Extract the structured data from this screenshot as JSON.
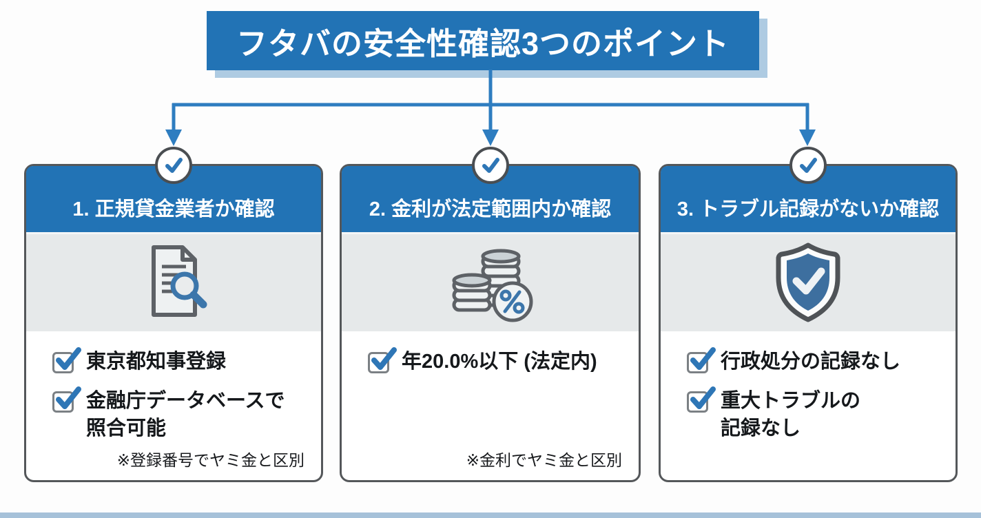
{
  "page": {
    "title": "フタバの安全性確認3つのポイント"
  },
  "colors": {
    "primary_blue": "#2273b5",
    "banner_shadow_blue": "#aecbe2",
    "arrow_blue": "#2e7dc0",
    "icon_area_gray": "#e6e9ea",
    "card_border_gray": "#54575a",
    "check_blue": "#2e76b6",
    "text_black": "#15181b",
    "bottom_bar_blue": "#a6c1d9"
  },
  "cards": [
    {
      "title": "1. 正規貸金業者か確認",
      "icon": "document-search-icon",
      "badge_icon": "check-circle-icon",
      "items": [
        "東京都知事登録",
        "金融庁データベースで\n照合可能"
      ],
      "note": "※登録番号でヤミ金と区別"
    },
    {
      "title": "2. 金利が法定範囲内か確認",
      "icon": "coins-percent-icon",
      "badge_icon": "check-circle-icon",
      "items": [
        "年20.0%以下 (法定内)"
      ],
      "note": "※金利でヤミ金と区別"
    },
    {
      "title": "3. トラブル記録がないか確認",
      "icon": "shield-check-icon",
      "badge_icon": "check-circle-icon",
      "items": [
        "行政処分の記録なし",
        "重大トラブルの\n記録なし"
      ],
      "note": ""
    }
  ]
}
